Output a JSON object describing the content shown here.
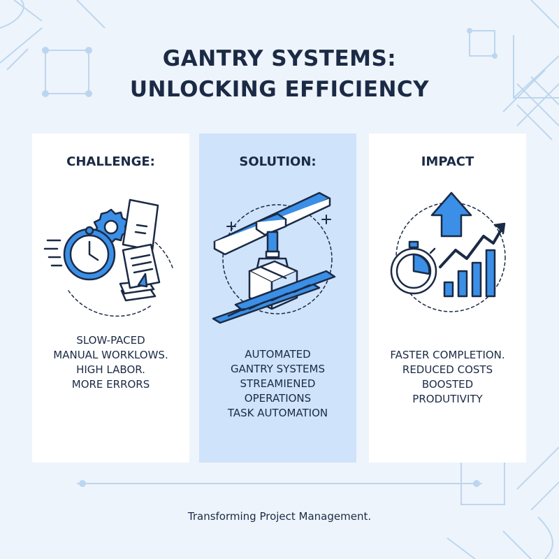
{
  "title": {
    "line1": "GANTRY SYSTEMS:",
    "line2": "UNLOCKING EFFICIENCY"
  },
  "cards": [
    {
      "heading": "CHALLENGE:",
      "icon": "clock-gear-documents-icon",
      "lines": [
        "SLOW-PACED",
        "MANUAL WORKLOWS.",
        "HIGH LABOR.",
        "MORE ERRORS"
      ]
    },
    {
      "heading": "SOLUTION:",
      "icon": "gantry-crane-box-icon",
      "lines": [
        "AUTOMATED",
        "GANTRY SYSTEMS",
        "STREAMIENED",
        "OPERATIONS",
        "TASK AUTOMATION"
      ]
    },
    {
      "heading": "IMPACT",
      "icon": "stopwatch-growth-chart-icon",
      "lines": [
        "FASTER COMPLETION.",
        "REDUCED COSTS",
        "BOOSTED",
        "PRODUTIVITY"
      ]
    }
  ],
  "footer": "Transforming Project Management.",
  "colors": {
    "background": "#eef4fb",
    "highlight_card": "#cfe3fa",
    "accent": "#3b8fe6",
    "text": "#1b2a45"
  }
}
